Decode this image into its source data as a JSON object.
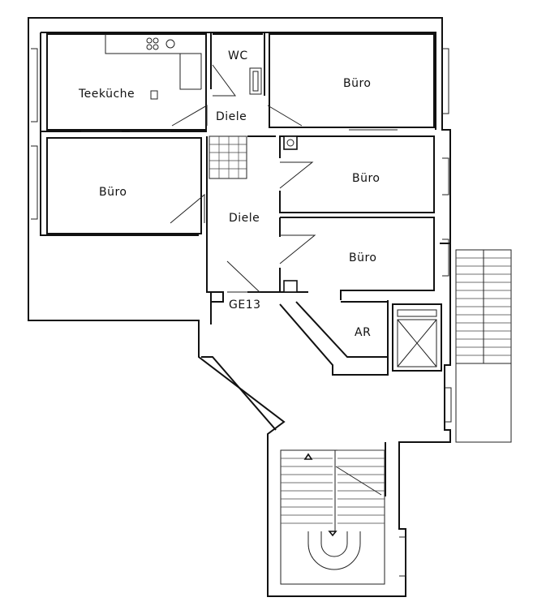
{
  "rooms": {
    "kitchen": "Teeküche",
    "wc": "WC",
    "hall_top": "Diele",
    "office_top_right": "Büro",
    "office_left": "Büro",
    "office_mid_right": "Büro",
    "hall_center": "Diele",
    "office_lower_right": "Büro",
    "storage": "AR",
    "unit_code": "GE13"
  }
}
